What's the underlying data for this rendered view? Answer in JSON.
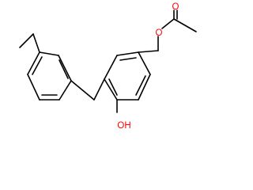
{
  "colors": {
    "bond": "#000000",
    "oxygen": "#ff0000",
    "background": "#ffffff"
  },
  "molecule": {
    "atom_labels": {
      "ester_o": "O",
      "carbonyl_o": "O",
      "hydroxyl": "OH"
    }
  }
}
